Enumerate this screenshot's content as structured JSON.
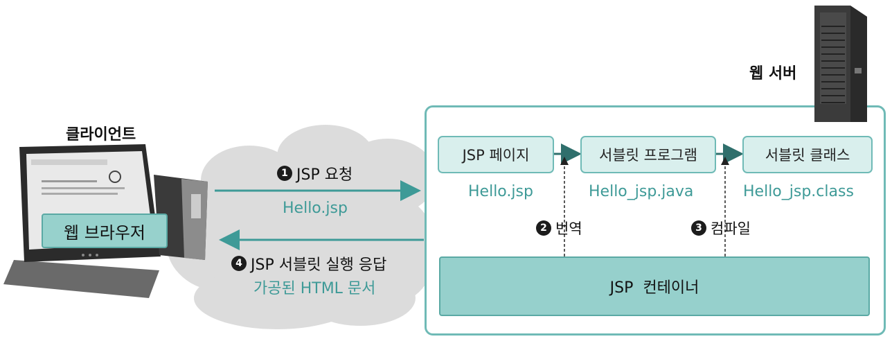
{
  "client_label": "클라이언트",
  "browser_label": "웹 브라우저",
  "server_label": "웹 서버",
  "request": {
    "number": "1",
    "label": "JSP 요청",
    "file": "Hello.jsp"
  },
  "response": {
    "number": "4",
    "label": "JSP 서블릿 실행 응답",
    "sub": "가공된 HTML 문서"
  },
  "boxes": {
    "jsp_page": "JSP 페이지",
    "servlet_program": "서블릿 프로그램",
    "servlet_class": "서블릿 클래스"
  },
  "files": {
    "jsp": "Hello.jsp",
    "java": "Hello_jsp.java",
    "class": "Hello_jsp.class"
  },
  "steps": {
    "translate": {
      "number": "2",
      "label": "번역"
    },
    "compile": {
      "number": "3",
      "label": "컴파일"
    }
  },
  "container_label": "JSP  컨테이너",
  "colors": {
    "teal": "#3e9a97",
    "box_fill": "#d9efed",
    "container_fill": "#96d0cc",
    "cloud": "#dcdcdc"
  }
}
